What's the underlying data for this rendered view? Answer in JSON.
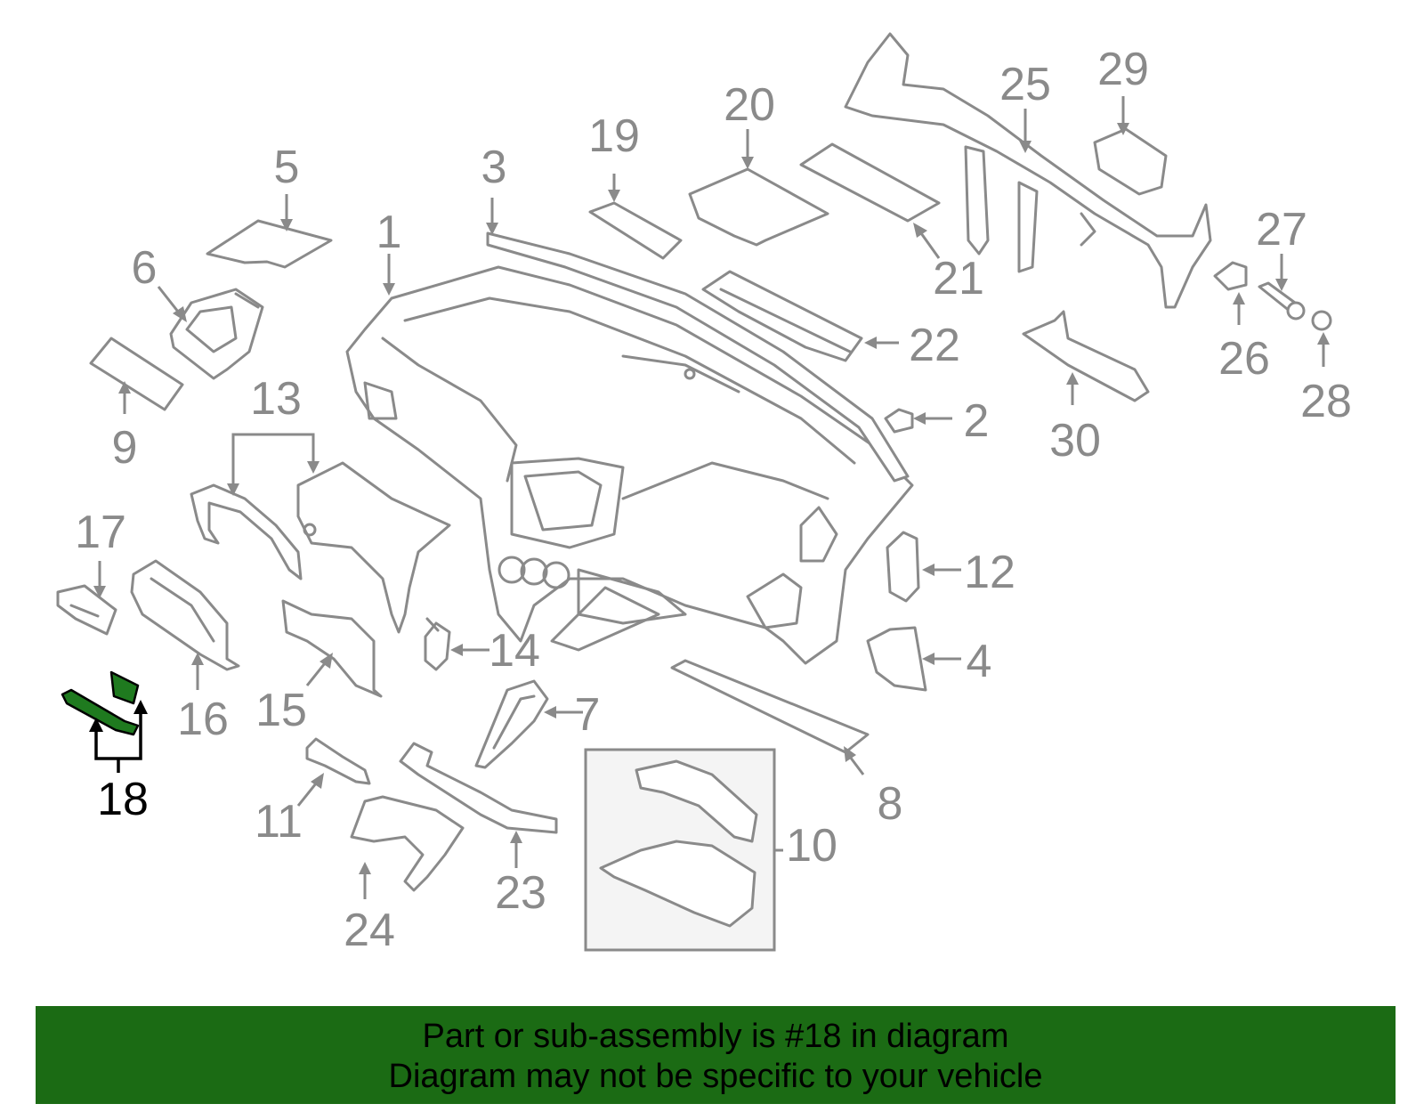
{
  "diagram": {
    "highlighted_part": "18",
    "callouts": [
      "1",
      "2",
      "3",
      "4",
      "5",
      "6",
      "7",
      "8",
      "9",
      "10",
      "11",
      "12",
      "13",
      "14",
      "15",
      "16",
      "17",
      "18",
      "19",
      "20",
      "21",
      "22",
      "23",
      "24",
      "25",
      "26",
      "27",
      "28",
      "29",
      "30"
    ]
  },
  "banner": {
    "line1": "Part or sub-assembly is #18 in diagram",
    "line2": "Diagram may not be specific to your vehicle",
    "background_color": "#1b6b14"
  },
  "colors": {
    "parts_outline": "#8a8a8a",
    "highlight_fill": "#1f7a1f",
    "highlight_outline": "#000000"
  }
}
